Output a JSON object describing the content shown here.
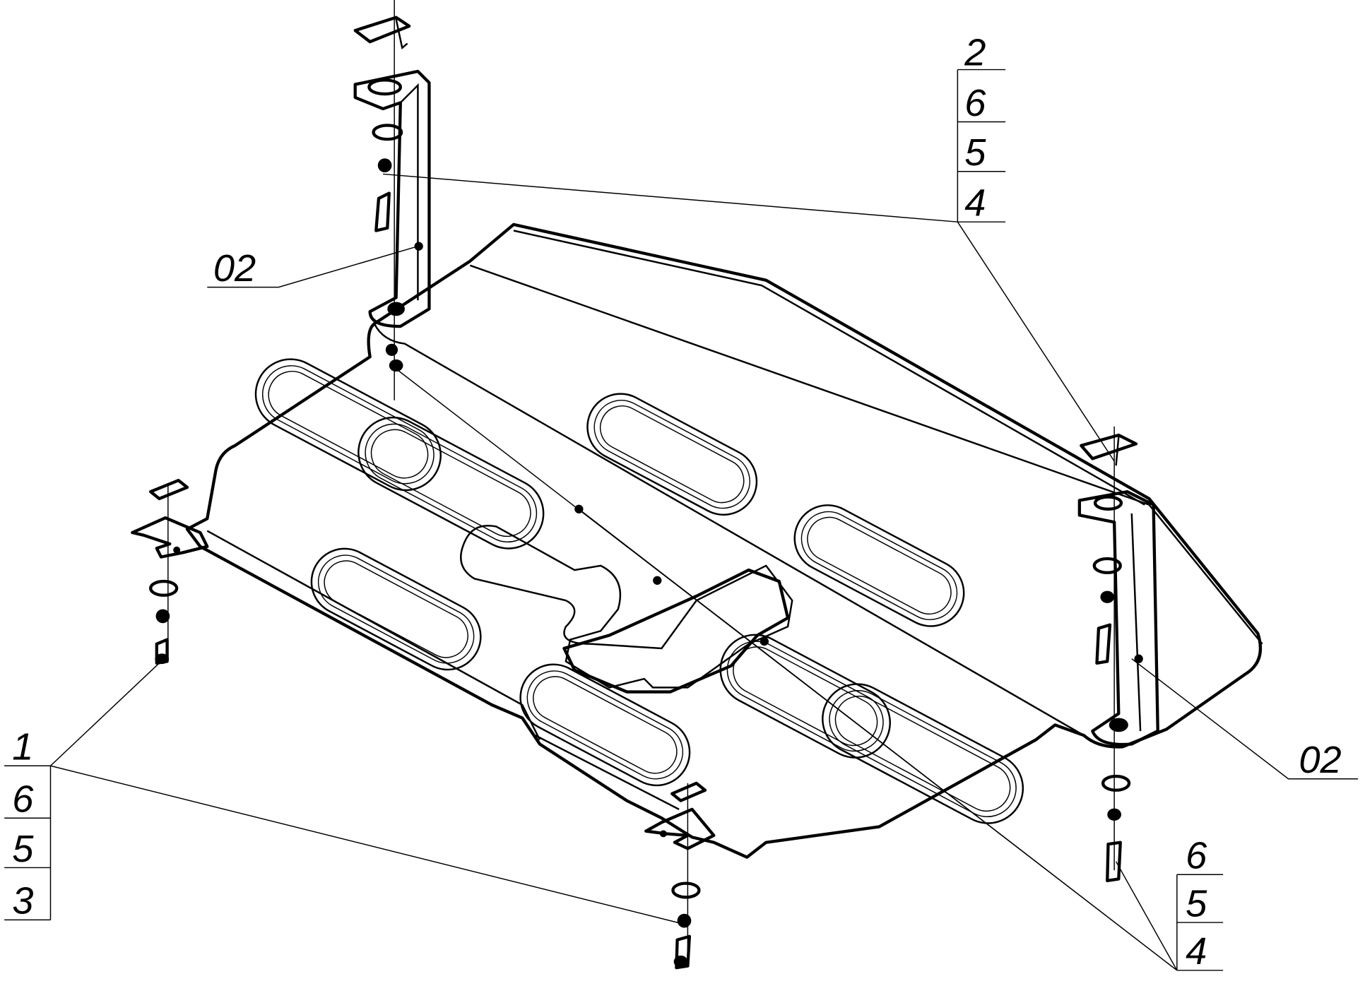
{
  "callouts": {
    "top_right": [
      "2",
      "6",
      "5",
      "4"
    ],
    "left_bracket": "02",
    "right_bracket": "02",
    "bottom_left": [
      "1",
      "6",
      "5",
      "3"
    ],
    "bottom_right": [
      "6",
      "5",
      "4"
    ]
  }
}
